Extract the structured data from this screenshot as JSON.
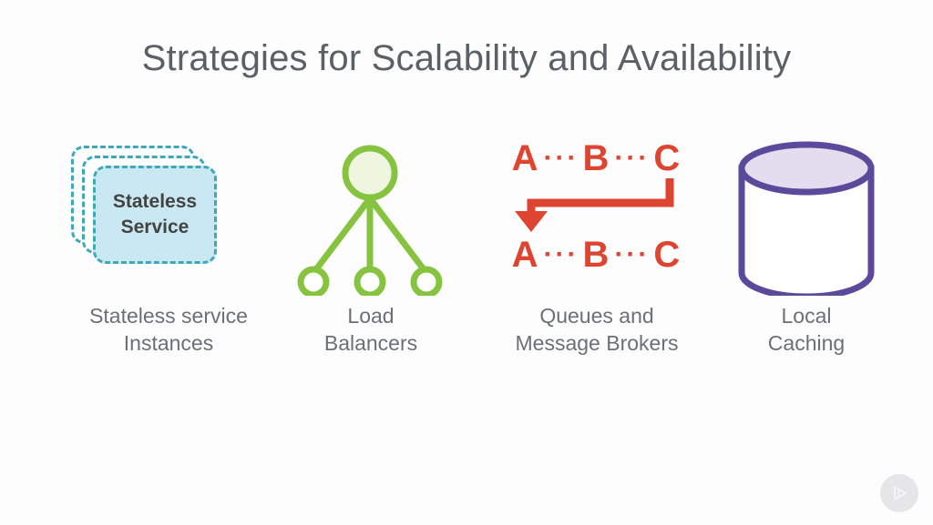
{
  "slide": {
    "title": "Strategies for Scalability and Availability",
    "background_color": "#fdfdfe",
    "title_color": "#5b6066"
  },
  "columns": [
    {
      "id": "stateless",
      "icon_name": "stacked-dashed-cards-icon",
      "card_label": "Stateless\nService",
      "caption": "Stateless service\nInstances",
      "accent_color": "#3fa8b8",
      "fill_color": "#c9e8f1"
    },
    {
      "id": "load-balancer",
      "icon_name": "load-balancer-node-graph-icon",
      "caption": "Load\nBalancers",
      "accent_color": "#86c440",
      "fill_color": "#eef6e0"
    },
    {
      "id": "queues",
      "icon_name": "message-queue-loop-icon",
      "sequence_top": [
        "A",
        "B",
        "C"
      ],
      "sequence_bottom": [
        "A",
        "B",
        "C"
      ],
      "separator": "···",
      "caption": "Queues and\nMessage Brokers",
      "accent_color": "#de4430"
    },
    {
      "id": "caching",
      "icon_name": "database-cylinder-icon",
      "caption": "Local\nCaching",
      "accent_color": "#5b4a9b",
      "fill_color": "#e2ddef"
    }
  ],
  "watermark": {
    "icon_name": "play-triangle-logo-icon",
    "color": "#e3e3e5"
  }
}
